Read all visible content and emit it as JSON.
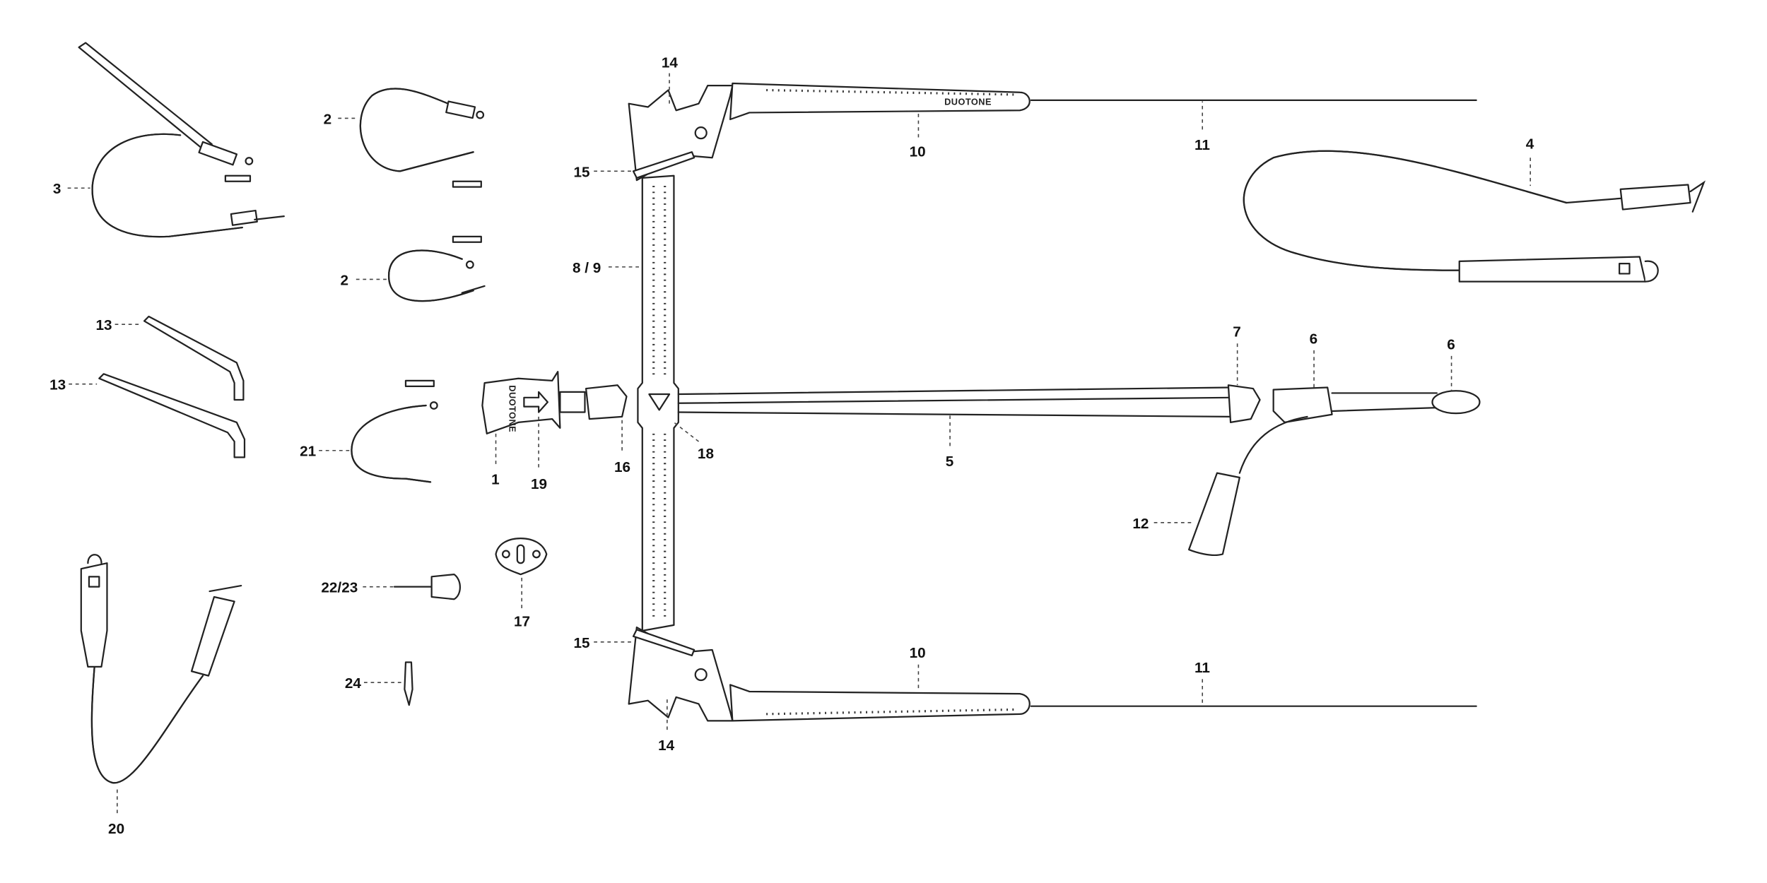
{
  "diagram": {
    "brand": "DUOTONE",
    "callouts": {
      "c1": "1",
      "c2a": "2",
      "c2b": "2",
      "c3": "3",
      "c4": "4",
      "c5": "5",
      "c6a": "6",
      "c6b": "6",
      "c7": "7",
      "c89": "8 / 9",
      "c10a": "10",
      "c10b": "10",
      "c11a": "11",
      "c11b": "11",
      "c12": "12",
      "c13a": "13",
      "c13b": "13",
      "c14a": "14",
      "c14b": "14",
      "c15a": "15",
      "c15b": "15",
      "c16": "16",
      "c17": "17",
      "c18": "18",
      "c19": "19",
      "c20": "20",
      "c21": "21",
      "c2223": "22/23",
      "c24": "24"
    }
  }
}
